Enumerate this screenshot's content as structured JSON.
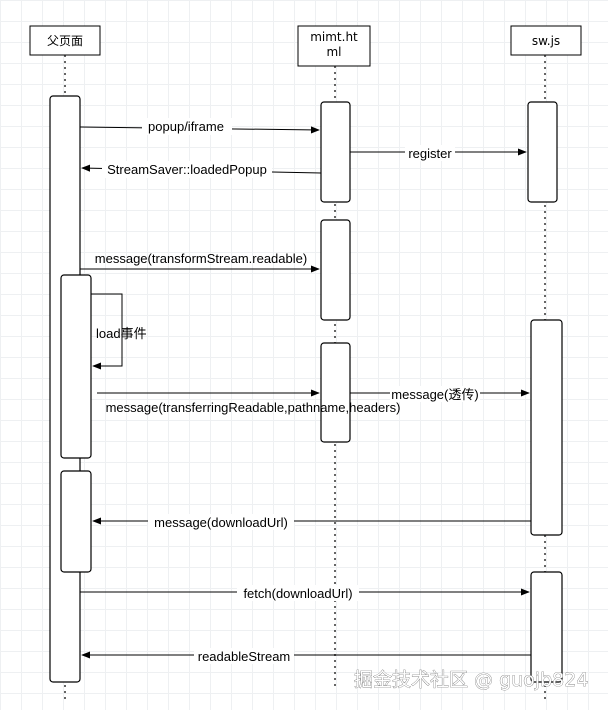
{
  "participants": [
    {
      "id": "parent",
      "label": "父页面"
    },
    {
      "id": "mitm",
      "label_lines": [
        "mimt.ht",
        "ml"
      ]
    },
    {
      "id": "sw",
      "label": "sw.js"
    }
  ],
  "messages": [
    {
      "id": "popup",
      "label": "popup/iframe"
    },
    {
      "id": "loaded",
      "label": "StreamSaver::loadedPopup"
    },
    {
      "id": "register",
      "label": "register"
    },
    {
      "id": "msg1",
      "label": "message(transformStream.readable)"
    },
    {
      "id": "load",
      "label": "load事件"
    },
    {
      "id": "msg2",
      "label": "message(transferringReadable,pathname,headers)"
    },
    {
      "id": "msg3",
      "label": "message(透传)"
    },
    {
      "id": "msg4",
      "label": "message(downloadUrl)"
    },
    {
      "id": "fetch",
      "label": "fetch(downloadUrl)"
    },
    {
      "id": "readable",
      "label": "readableStream"
    }
  ],
  "watermark": "掘金技术社区 @ guojb824"
}
